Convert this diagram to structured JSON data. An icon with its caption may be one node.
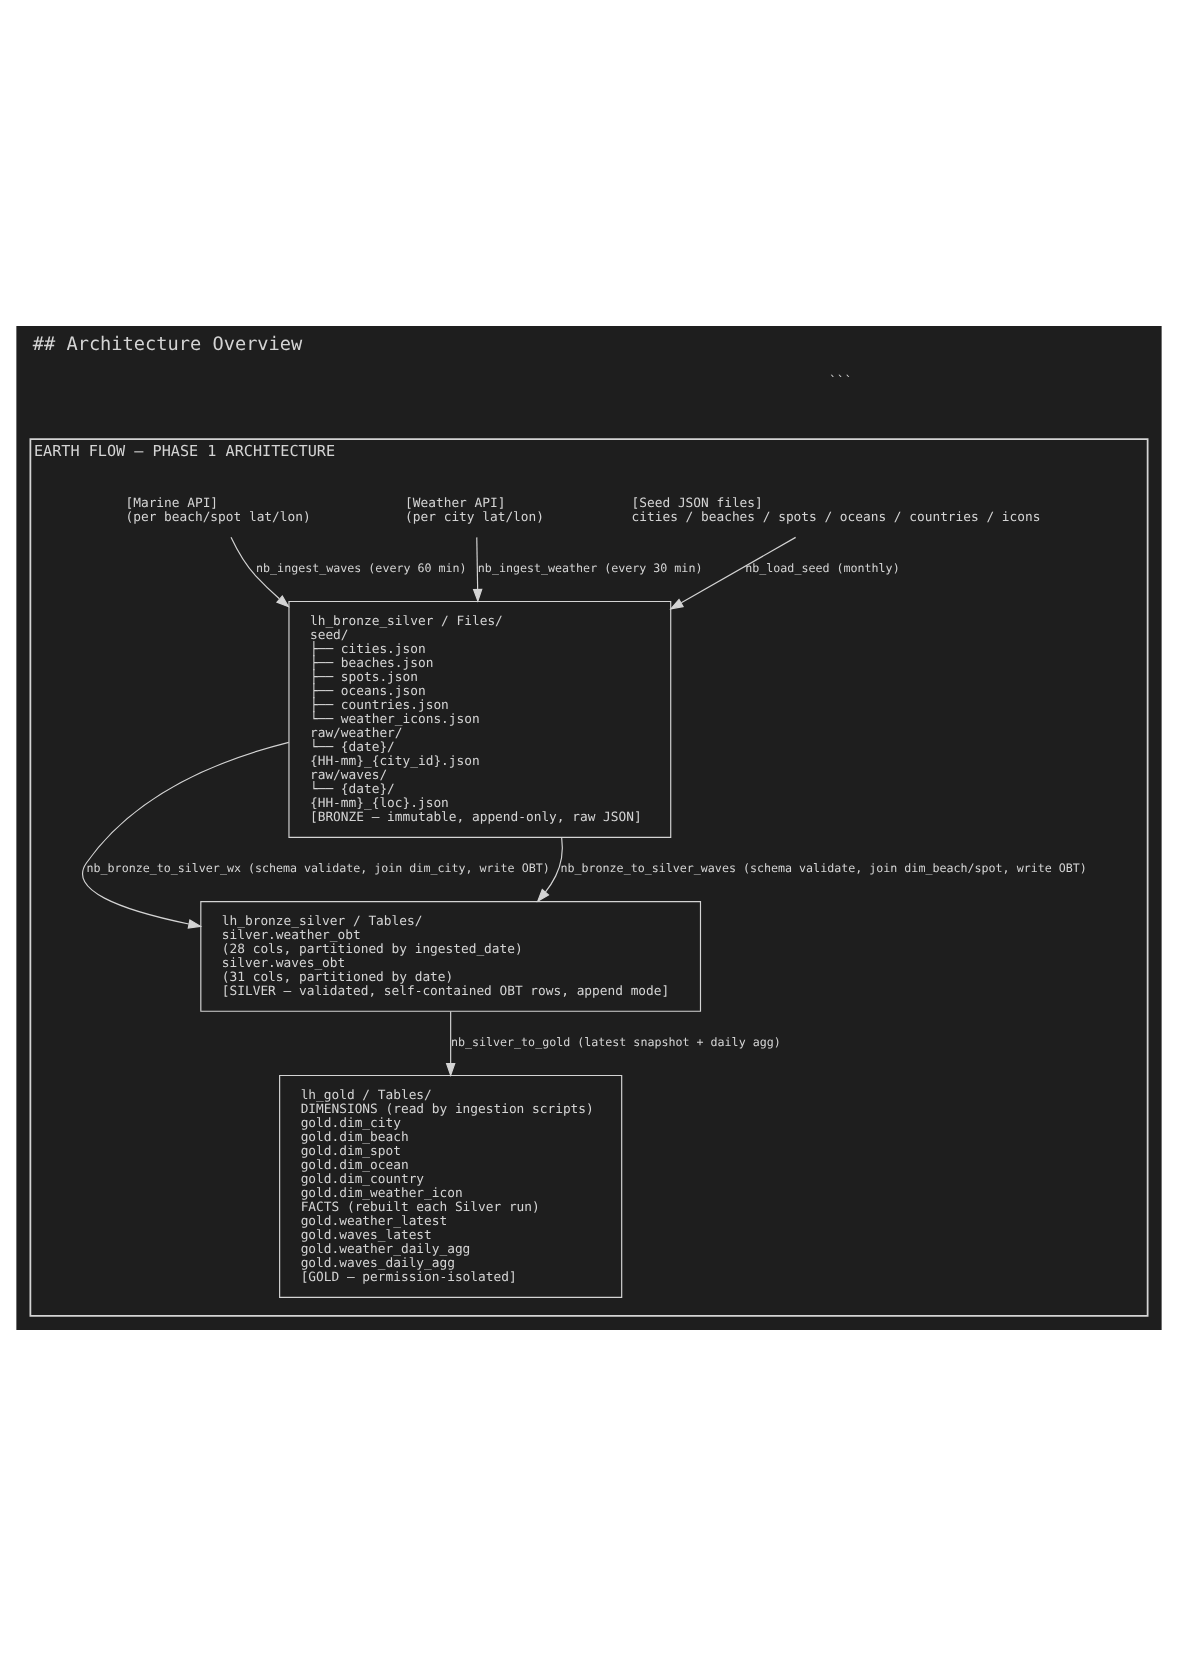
{
  "diagram": {
    "title": "## Architecture Overview",
    "nodes": [
      {
        "text": [
          "EARTH FLOW — PHASE 1 ARCHITECTURE"
        ]
      },
      {
        "text": [
          "[Seed JSON files]",
          "cities / beaches / spots / oceans / countries / icons"
        ],
        "in": 0
      },
      {
        "text": [
          "[Weather API]",
          "(per city lat/lon)"
        ],
        "in": 0
      },
      {
        "text": [
          "[Marine API]",
          "(per beach/spot lat/lon)"
        ],
        "in": 0
      },
      {
        "text": [
          "lh_bronze_silver / Files/",
          "seed/",
          "├── cities.json",
          "├── beaches.json",
          "├── spots.json",
          "├── oceans.json",
          "├── countries.json",
          "└── weather_icons.json",
          "raw/weather/",
          "└── {date}/",
          "{HH-mm}_{city_id}.json",
          "raw/waves/",
          "└── {date}/",
          "{HH-mm}_{loc}.json",
          "[BRONZE — immutable, append-only, raw JSON]"
        ],
        "in": 0
      },
      {
        "text": [
          "lh_bronze_silver / Tables/",
          "silver.weather_obt",
          "(28 cols, partitioned by ingested_date)",
          "silver.waves_obt",
          "(31 cols, partitioned by date)",
          "[SILVER — validated, self-contained OBT rows, append mode]"
        ],
        "in": 0
      },
      {
        "text": [
          "lh_gold / Tables/",
          "DIMENSIONS (read by ingestion scripts)",
          "gold.dim_city",
          "gold.dim_beach",
          "gold.dim_spot",
          "gold.dim_ocean",
          "gold.dim_country",
          "gold.dim_weather_icon",
          "FACTS (rebuilt each Silver run)",
          "gold.weather_latest",
          "gold.waves_latest",
          "gold.weather_daily_agg",
          "gold.waves_daily_agg",
          "[GOLD — permission-isolated]"
        ],
        "in": 0
      }
    ],
    "edges": [
      {
        "from": 1,
        "to": 4,
        "arrow": "to",
        "label": "nb_load_seed (monthly)"
      },
      {
        "from": 2,
        "to": 4,
        "arrow": "to",
        "label": "nb_ingest_weather (every 30 min)"
      },
      {
        "from": 3,
        "to": 4,
        "arrow": "to",
        "label": "nb_ingest_waves (every 60 min)"
      },
      {
        "from": 4,
        "to": 5,
        "arrow": "to",
        "label": "nb_bronze_to_silver_wx (schema validate, join dim_city, write OBT)"
      },
      {
        "from": 4,
        "to": 5,
        "arrow": "to",
        "label": "nb_bronze_to_silver_waves (schema validate, join dim_beach/spot, write OBT)"
      },
      {
        "from": 5,
        "to": 6,
        "arrow": "to",
        "label": "nb_silver_to_gold (latest snapshot + daily agg)"
      }
    ],
    "labels": [
      "```"
    ]
  }
}
